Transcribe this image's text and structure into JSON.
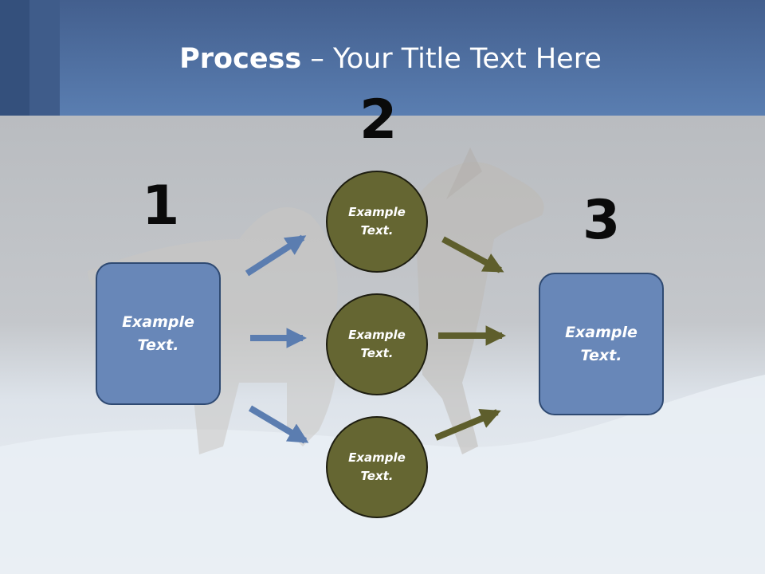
{
  "title": {
    "bold": "Process",
    "rest": " – Your Title Text Here"
  },
  "steps": {
    "one": "1",
    "two": "2",
    "three": "3"
  },
  "left_box": {
    "text": "Example\nText."
  },
  "circles": [
    {
      "text": "Example\nText."
    },
    {
      "text": "Example\nText."
    },
    {
      "text": "Example\nText."
    }
  ],
  "right_box": {
    "text": "Example\nText."
  },
  "colors": {
    "header": "#5a7eb1",
    "box": "#6887b8",
    "circle": "#656632",
    "arrow_blue": "#5b7db0",
    "arrow_olive": "#5e5e2c"
  }
}
